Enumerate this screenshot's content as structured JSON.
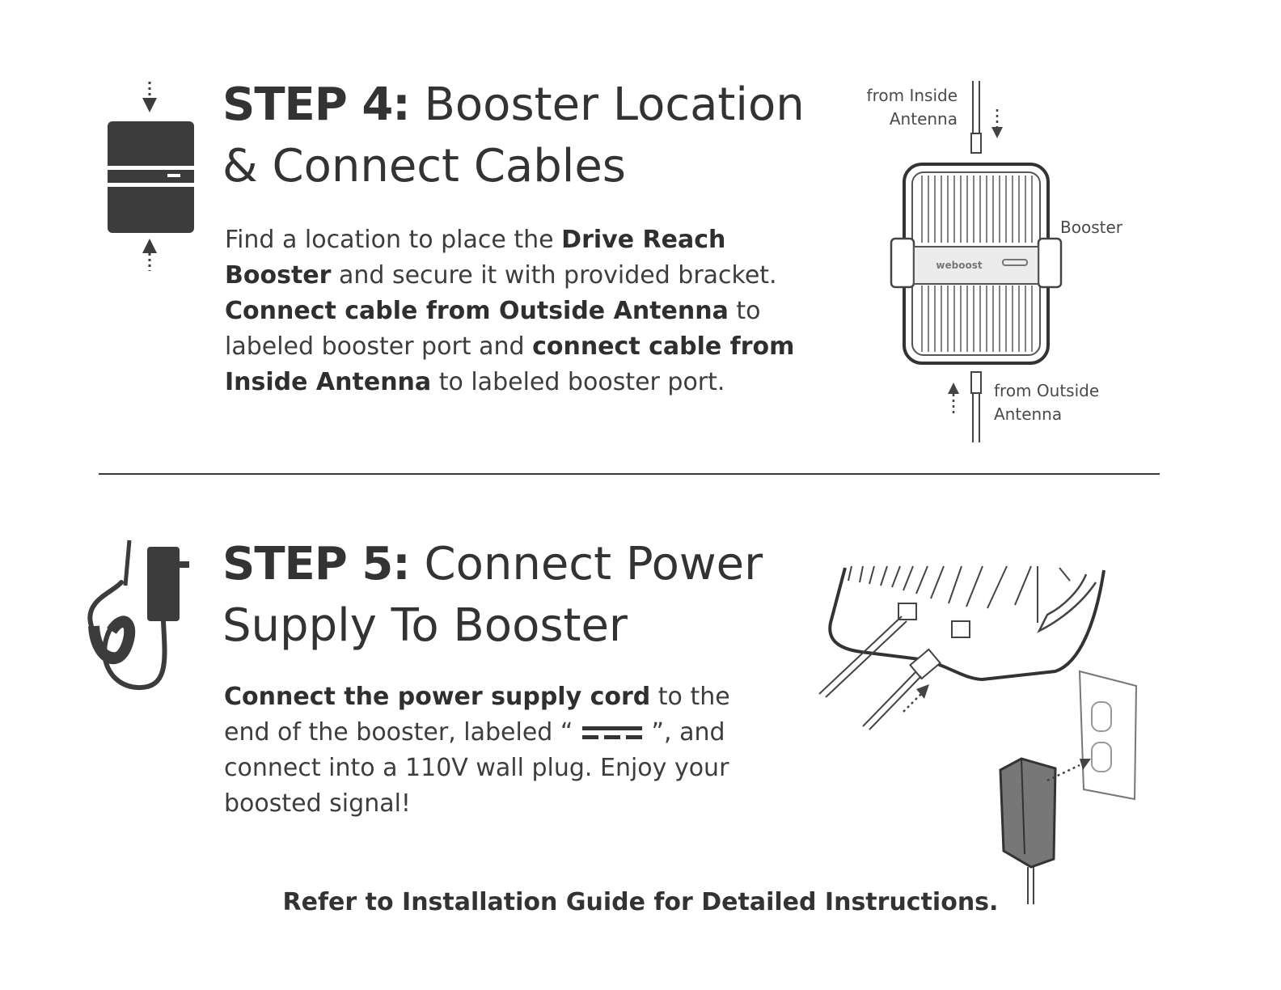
{
  "step4": {
    "title_lead": "STEP 4:",
    "title_line1_rest": "Booster Location",
    "title_line2": "& Connect Cables",
    "body": {
      "t1": "Find a location to place the ",
      "b1": "Drive Reach",
      "b2": "Booster",
      "t2": " and secure it with provided bracket.",
      "b3": "Connect cable from Outside Antenna",
      "t3": " to",
      "t4": "labeled booster port and ",
      "b4": "connect cable from",
      "b5": "Inside Antenna",
      "t5": " to labeled booster port."
    },
    "diagram": {
      "label_inside_1": "from Inside",
      "label_inside_2": "Antenna",
      "label_booster": "Booster",
      "label_outside_1": "from Outside",
      "label_outside_2": "Antenna",
      "brand": "weboost"
    }
  },
  "step5": {
    "title_lead": "STEP 5:",
    "title_line1_rest": "Connect Power",
    "title_line2": "Supply To Booster",
    "body": {
      "b1": "Connect the power supply cord",
      "t1": " to the",
      "t2a": "end of the booster, labeled “ ",
      "t2b": " ”, and",
      "t3": "connect into a 110V wall plug. Enjoy your",
      "t4": "boosted signal!"
    }
  },
  "footer": {
    "text": "Refer to Installation Guide for Detailed Instructions."
  },
  "icons": {
    "step4": "booster-placement-icon",
    "step5": "power-supply-icon"
  },
  "colors": {
    "ink": "#333333",
    "icon_fill": "#3c3c3c"
  }
}
